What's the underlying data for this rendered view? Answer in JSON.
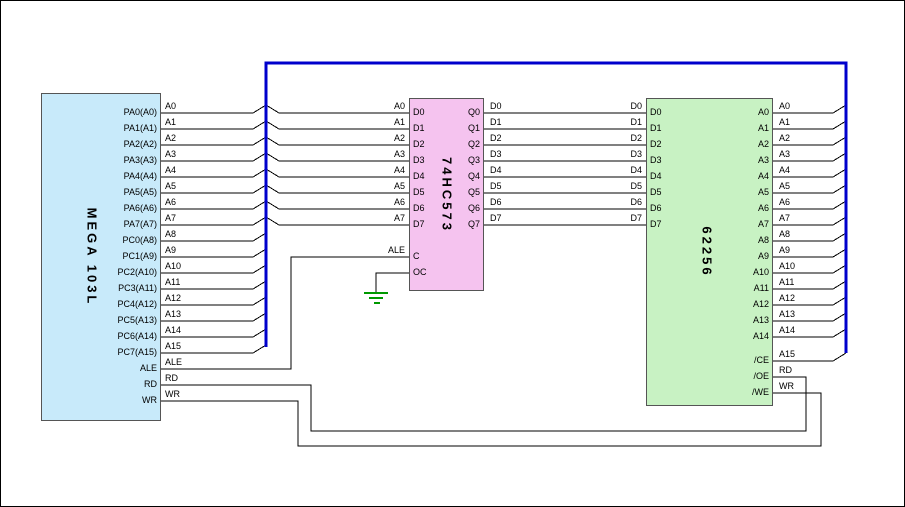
{
  "colors": {
    "background": "#ffffff",
    "border": "#000000",
    "wire": "#000000",
    "bus": "#0000cc",
    "ground": "#009900",
    "mega_fill": "#c8eafa",
    "latch_fill": "#f5c3ef",
    "sram_fill": "#c8f2c3"
  },
  "mega": {
    "title": "MEGA 103L",
    "pins": [
      "PA0(A0)",
      "PA1(A1)",
      "PA2(A2)",
      "PA3(A3)",
      "PA4(A4)",
      "PA5(A5)",
      "PA6(A6)",
      "PA7(A7)",
      "PC0(A8)",
      "PC1(A9)",
      "PC2(A10)",
      "PC3(A11)",
      "PC4(A12)",
      "PC5(A13)",
      "PC6(A14)",
      "PC7(A15)",
      "ALE",
      "RD",
      "WR"
    ],
    "nets": [
      "A0",
      "A1",
      "A2",
      "A3",
      "A4",
      "A5",
      "A6",
      "A7",
      "A8",
      "A9",
      "A10",
      "A11",
      "A12",
      "A13",
      "A14",
      "A15",
      "ALE",
      "RD",
      "WR"
    ]
  },
  "latch": {
    "title": "74HC573",
    "left_pins": [
      "D0",
      "D1",
      "D2",
      "D3",
      "D4",
      "D5",
      "D6",
      "D7",
      "C",
      "OC"
    ],
    "left_nets": [
      "A0",
      "A1",
      "A2",
      "A3",
      "A4",
      "A5",
      "A6",
      "A7",
      "ALE"
    ],
    "right_pins": [
      "Q0",
      "Q1",
      "Q2",
      "Q3",
      "Q4",
      "Q5",
      "Q6",
      "Q7"
    ],
    "right_nets": [
      "D0",
      "D1",
      "D2",
      "D3",
      "D4",
      "D5",
      "D6",
      "D7"
    ]
  },
  "sram": {
    "title": "62256",
    "left_pins": [
      "D0",
      "D1",
      "D2",
      "D3",
      "D4",
      "D5",
      "D6",
      "D7"
    ],
    "left_nets": [
      "D0",
      "D1",
      "D2",
      "D3",
      "D4",
      "D5",
      "D6",
      "D7"
    ],
    "right_pins": [
      "A0",
      "A1",
      "A2",
      "A3",
      "A4",
      "A5",
      "A6",
      "A7",
      "A8",
      "A9",
      "A10",
      "A11",
      "A12",
      "A13",
      "A14",
      "/CE",
      "/OE",
      "/WE"
    ],
    "right_nets": [
      "A0",
      "A1",
      "A2",
      "A3",
      "A4",
      "A5",
      "A6",
      "A7",
      "A8",
      "A9",
      "A10",
      "A11",
      "A12",
      "A13",
      "A14",
      "A15",
      "RD",
      "WR"
    ]
  }
}
